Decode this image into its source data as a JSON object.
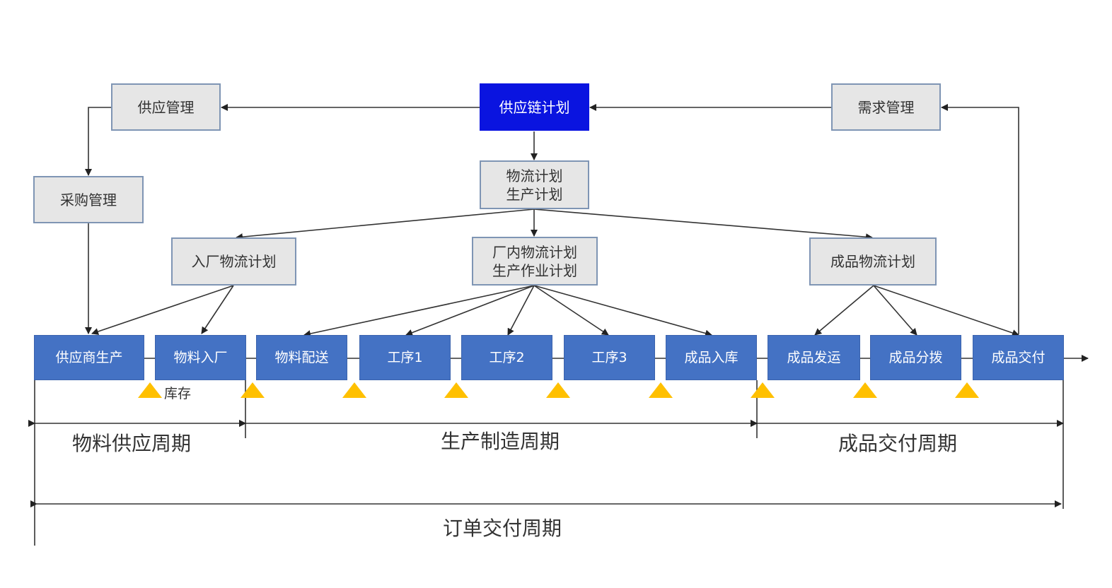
{
  "planning": {
    "supply_mgmt": "供应管理",
    "supply_chain_plan": "供应链计划",
    "demand_mgmt": "需求管理",
    "procurement_mgmt": "采购管理",
    "logistics_production_plan": [
      "物流计划",
      "生产计划"
    ],
    "inbound_logistics_plan": "入厂物流计划",
    "plant_plan": [
      "厂内物流计划",
      "生产作业计划"
    ],
    "finished_logistics_plan": "成品物流计划"
  },
  "process_steps": [
    "供应商生产",
    "物料入厂",
    "物料配送",
    "工序1",
    "工序2",
    "工序3",
    "成品入库",
    "成品发运",
    "成品分拨",
    "成品交付"
  ],
  "inventory_label": "库存",
  "periods": {
    "material_supply": "物料供应周期",
    "production": "生产制造周期",
    "delivery": "成品交付周期",
    "order_delivery": "订单交付周期"
  },
  "colors": {
    "planning_box": "#e6e6e6",
    "supply_chain_plan_box": "#0a14e0",
    "process_box": "#4472c4",
    "inventory_marker": "#ffc000"
  }
}
